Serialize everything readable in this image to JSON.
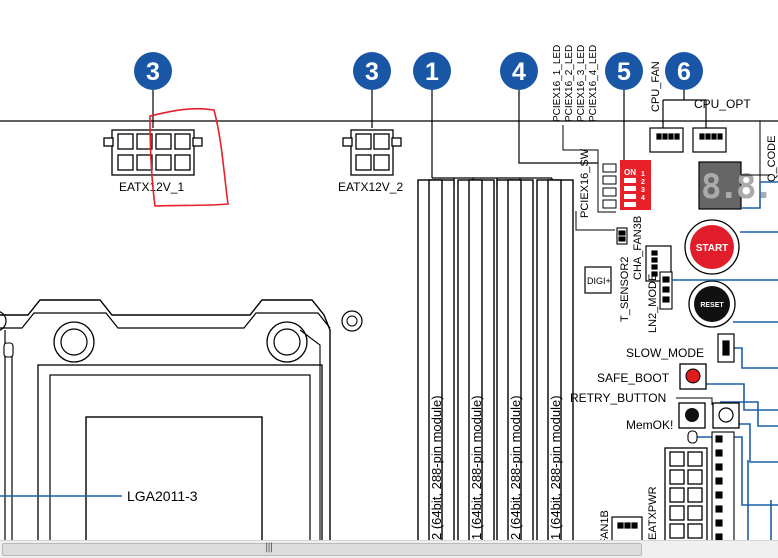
{
  "callouts": [
    "3",
    "3",
    "1",
    "4",
    "5",
    "6"
  ],
  "labels": {
    "eatx12v_1": "EATX12V_1",
    "eatx12v_2": "EATX12V_2",
    "pciex16_1_led": "PCIEX16_1_LED",
    "pciex16_2_led": "PCIEX16_2_LED",
    "pciex16_3_led": "PCIEX16_3_LED",
    "pciex16_4_led": "PCIEX16_4_LED",
    "pciex16_sw": "PCIEX16_SW",
    "cpu_fan": "CPU_FAN",
    "cpu_opt": "CPU_OPT",
    "q_code": "Q_CODE",
    "cha_fan3b": "CHA_FAN3B",
    "t_sensor2": "T_SENSOR2",
    "digi": "DIGI+",
    "ln2_mode": "LN2_MODE",
    "start": "START",
    "reset": "RESET",
    "slow_mode": "SLOW_MODE",
    "safe_boot": "SAFE_BOOT",
    "retry_button": "RETRY_BUTTON",
    "memok": "MemOK!",
    "lga": "LGA2011-3",
    "eatxpwr": "EATXPWR",
    "fan1b": "FAN1B",
    "dip_on": "ON",
    "dip_numbers": [
      "1",
      "2",
      "3",
      "4"
    ],
    "qcode_digits": "8.8.",
    "dimm_slots": [
      "2 (64bit, 288-pin module)",
      "1 (64bit, 288-pin module)",
      "2 (64bit, 288-pin module)",
      "1 (64bit, 288-pin module)"
    ]
  },
  "scrollbar": {
    "grip": "|||"
  },
  "colors": {
    "callout_blue": "#1a56a6",
    "dip_red": "#e8202a",
    "start_red": "#e11d2b",
    "annotation_red": "#e8202a",
    "safe_boot_red": "#e01b1b",
    "leader_blue": "#1d5fa8"
  }
}
